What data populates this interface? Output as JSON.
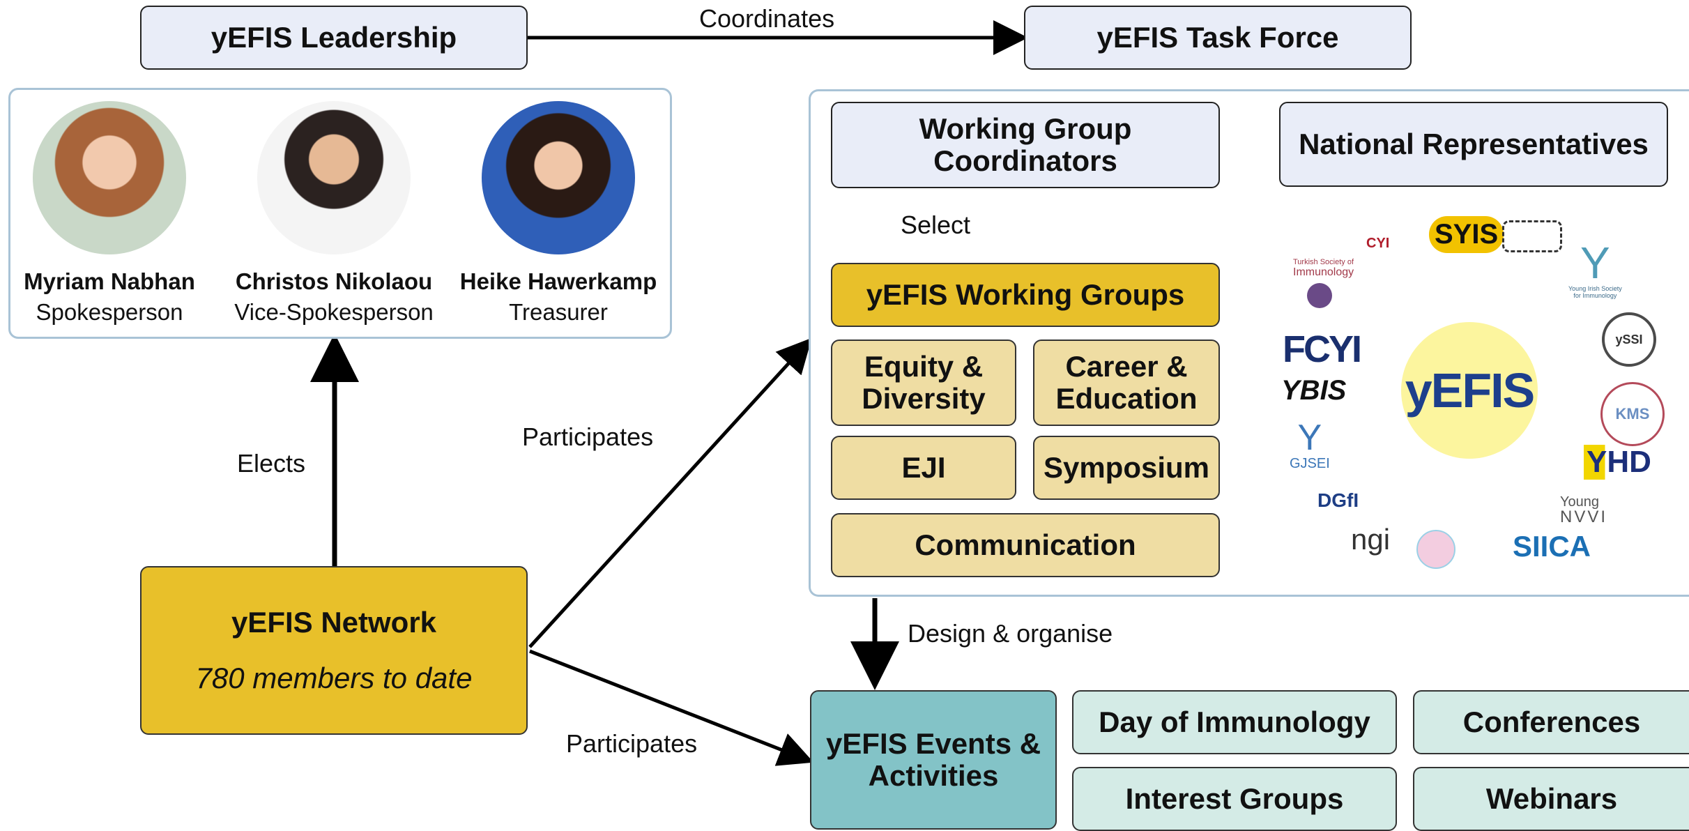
{
  "leadership": {
    "title": "yEFIS Leadership"
  },
  "task_force": {
    "title": "yEFIS Task Force"
  },
  "edges": {
    "coordinates": "Coordinates",
    "elects": "Elects",
    "participates_top": "Participates",
    "participates_bottom": "Participates",
    "select": "Select",
    "design": "Design & organise"
  },
  "people": [
    {
      "name": "Myriam Nabhan",
      "role": "Spokesperson"
    },
    {
      "name": "Christos Nikolaou",
      "role": "Vice-Spokesperson"
    },
    {
      "name": "Heike Hawerkamp",
      "role": "Treasurer"
    }
  ],
  "working_group_coordinators": {
    "line1": "Working Group",
    "line2": "Coordinators"
  },
  "national_representatives": {
    "title": "National Representatives"
  },
  "working_groups": {
    "title": "yEFIS Working Groups",
    "equity_line1": "Equity &",
    "equity_line2": "Diversity",
    "career_line1": "Career &",
    "career_line2": "Education",
    "eji": "EJI",
    "symposium": "Symposium",
    "communication": "Communication"
  },
  "network": {
    "title": "yEFIS Network",
    "members": "780 members to date"
  },
  "events": {
    "line1": "yEFIS Events &",
    "line2": "Activities",
    "day": "Day of Immunology",
    "conferences": "Conferences",
    "interest": "Interest Groups",
    "webinars": "Webinars"
  },
  "logos": {
    "center": "yEFIS",
    "syis": "SYIS",
    "cyi": "CYI",
    "tsi_line1": "Turkish Society of",
    "tsi_line2": "Immunology",
    "fcyi": "FCYI",
    "ybis": "YBIS",
    "gjsei": "GJSEI",
    "dgfi": "DGfI",
    "ngi": "ngi",
    "siica": "SIICA",
    "yssi": "ySSI",
    "kms": "KMS",
    "yhd": "YHD",
    "nvvi_line1": "Young",
    "nvvi_line2": "NVVI",
    "irish_line1": "Young Irish Society",
    "irish_line2": "for Immunology"
  },
  "colors": {
    "gold": "#e8c02a",
    "tan": "#efdda3",
    "teal": "#83c3c7",
    "paleteal": "#d4ebe6",
    "lightblue": "#e9edf8"
  }
}
